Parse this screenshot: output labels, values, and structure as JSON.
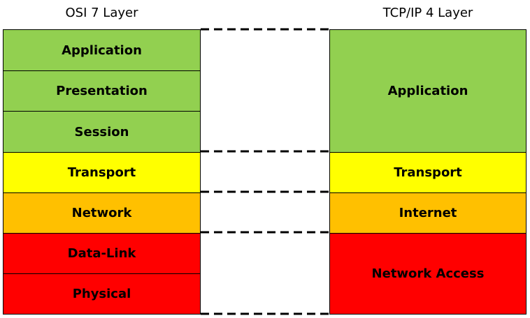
{
  "osi": {
    "title": "OSI 7 Layer",
    "layers": [
      "Application",
      "Presentation",
      "Session",
      "Transport",
      "Network",
      "Data-Link",
      "Physical"
    ]
  },
  "tcpip": {
    "title": "TCP/IP 4 Layer",
    "layers": [
      "Application",
      "Transport",
      "Internet",
      "Network Access"
    ]
  },
  "colors": {
    "application": "#92d050",
    "transport": "#ffff00",
    "network": "#ffc000",
    "link": "#ff0000"
  }
}
